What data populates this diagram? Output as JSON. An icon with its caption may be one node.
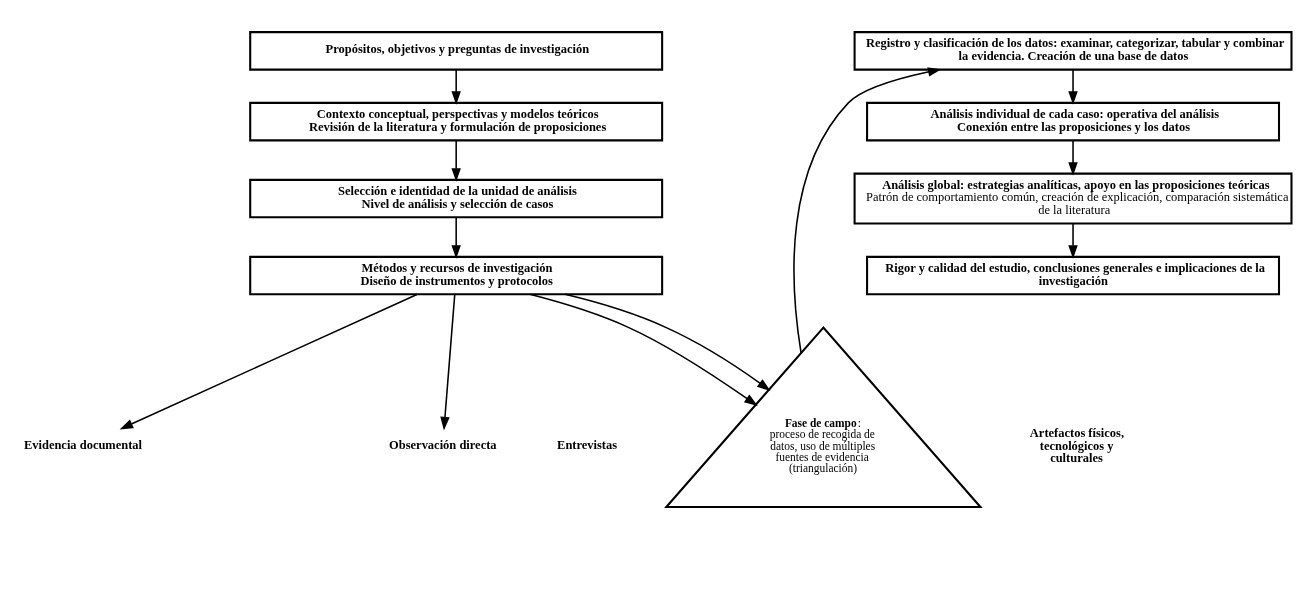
{
  "diagram": {
    "nodes": [
      {
        "text": [
          "Propósitos, objetivos y preguntas de investigación"
        ]
      },
      {
        "text": [
          "Contexto conceptual, perspectivas y modelos teóricos",
          "Revisión de la literatura y formulación de proposiciones"
        ]
      },
      {
        "text": [
          "Selección e identidad de la unidad de análisis",
          "Nivel de análisis y selección de casos"
        ]
      },
      {
        "text": [
          "Métodos y recursos de investigación",
          "Diseño de instrumentos y protocolos"
        ]
      },
      {
        "text": [
          "Evidencia documental"
        ]
      },
      {
        "text": [
          "Observación directa"
        ]
      },
      {
        "text": [
          "**Fase de campo**: proceso de recogida de datos, uso de múltiples fuentes de evidencia (triangulación)"
        ]
      },
      {
        "text": [
          "Registro y clasificación de los datos: examinar, categorizar, tabular y combinar la evidencia. Creación de una base de datos"
        ]
      },
      {
        "text": [
          "Análisis individual de cada caso: operativa del análisis",
          "Conexión entre las proposiciones y los datos"
        ]
      },
      {
        "text": [
          "Análisis global: estrategias analíticas, apoyo en las proposiciones teóricas",
          "Patrón de comportamiento común, creación de explicación, comparación sistemática de la literatura"
        ]
      },
      {
        "text": [
          "Rigor y calidad del estudio, conclusiones generales e implicaciones de la investigación"
        ]
      }
    ],
    "edges": [
      {
        "from": 0,
        "to": 1,
        "arrow": "to"
      },
      {
        "from": 1,
        "to": 2,
        "arrow": "to"
      },
      {
        "from": 2,
        "to": 3,
        "arrow": "to"
      },
      {
        "from": 3,
        "to": 4,
        "arrow": "to"
      },
      {
        "from": 3,
        "to": 6,
        "arrow": "to"
      },
      {
        "from": 3,
        "to": 6,
        "arrow": "to"
      },
      {
        "from": 3,
        "to": 5,
        "arrow": "to"
      },
      {
        "from": 6,
        "to": 7,
        "arrow": "to"
      },
      {
        "from": 7,
        "to": 8,
        "arrow": "to"
      },
      {
        "from": 8,
        "to": 9,
        "arrow": "to"
      },
      {
        "from": 9,
        "to": 10,
        "arrow": "to"
      }
    ],
    "labels": [
      "Entrevistas",
      "Artefactos físicos, tecnológicos y culturales"
    ]
  }
}
